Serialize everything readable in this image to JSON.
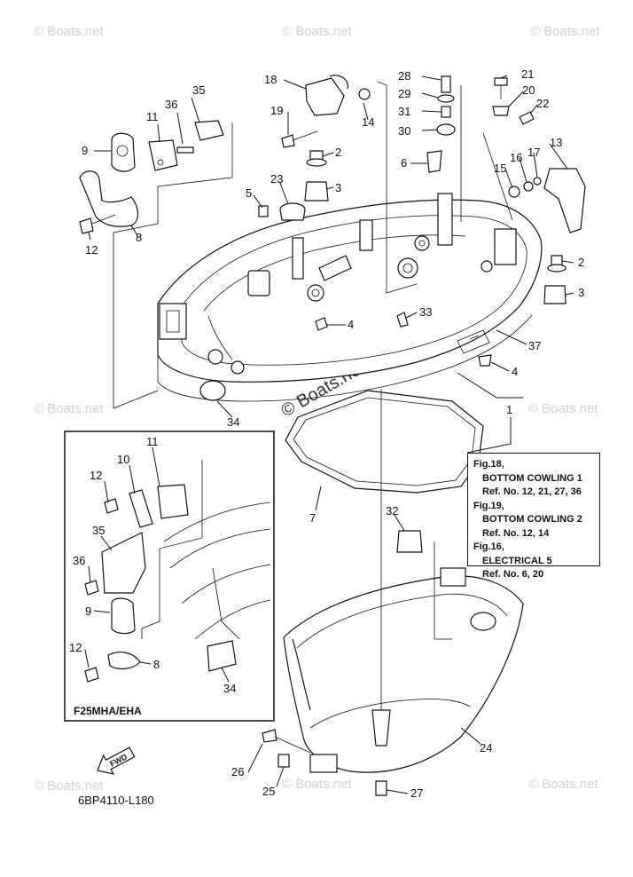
{
  "watermark": "© Boats.net",
  "diagram_code": "6BP4110-L180",
  "inset_title": "F25MHA/EHA",
  "fwd_label": "FWD",
  "reference_box": {
    "lines": [
      "Fig.18,",
      "BOTTOM COWLING 1",
      "Ref. No. 12, 21, 27, 36",
      "Fig.19,",
      "BOTTOM COWLING 2",
      "Ref. No. 12, 14",
      "Fig.16,",
      "ELECTRICAL 5",
      "Ref. No. 6, 20"
    ]
  },
  "callouts": [
    "35",
    "36",
    "11",
    "9",
    "8",
    "12",
    "18",
    "19",
    "14",
    "28",
    "29",
    "31",
    "30",
    "21",
    "20",
    "22",
    "13",
    "16",
    "17",
    "15",
    "2",
    "3",
    "6",
    "23",
    "5",
    "2",
    "3",
    "4",
    "33",
    "37",
    "4",
    "34",
    "1",
    "7",
    "32",
    "24",
    "26",
    "25",
    "27",
    "11",
    "10",
    "12",
    "35",
    "36",
    "9",
    "8",
    "12",
    "34"
  ]
}
